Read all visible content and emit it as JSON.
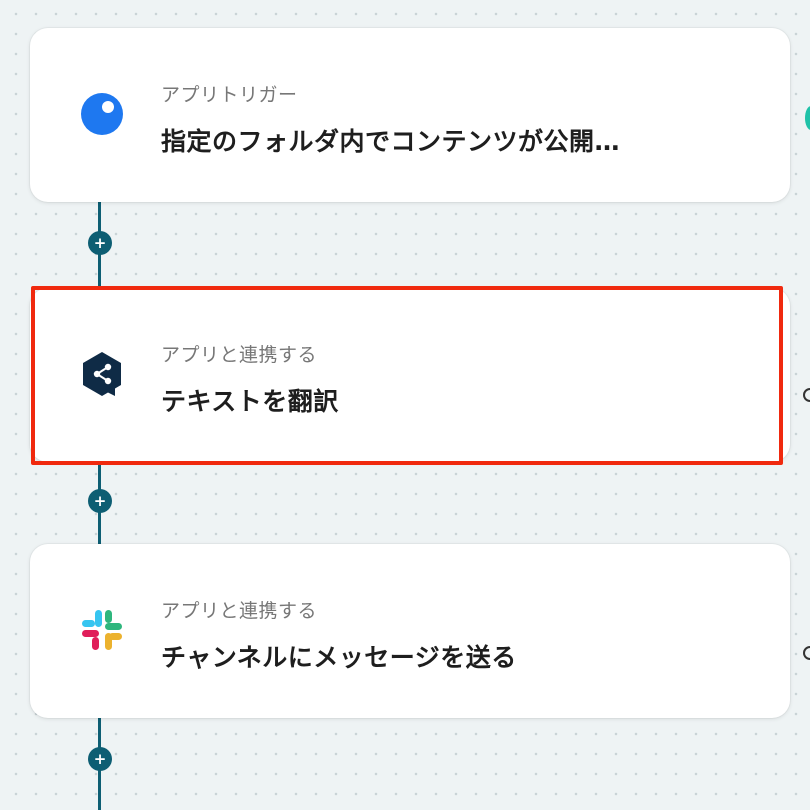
{
  "steps": [
    {
      "label": "アプリトリガー",
      "title": "指定のフォルダ内でコンテンツが公開…",
      "icon": "blue-circle-trigger-icon",
      "icon_color": "#1e78f0"
    },
    {
      "label": "アプリと連携する",
      "title": "テキストを翻訳",
      "icon": "deepl-icon",
      "icon_color": "#0f2b46",
      "highlighted": true
    },
    {
      "label": "アプリと連携する",
      "title": "チャンネルにメッセージを送る",
      "icon": "slack-icon",
      "icon_colors": [
        "#36c5f0",
        "#2eb67d",
        "#ecb22e",
        "#e01e5a"
      ]
    }
  ],
  "add_step_symbol": "+",
  "colors": {
    "connector": "#0d5e73",
    "highlight_border": "#f0290e",
    "canvas": "#eef3f4",
    "card": "#ffffff"
  }
}
